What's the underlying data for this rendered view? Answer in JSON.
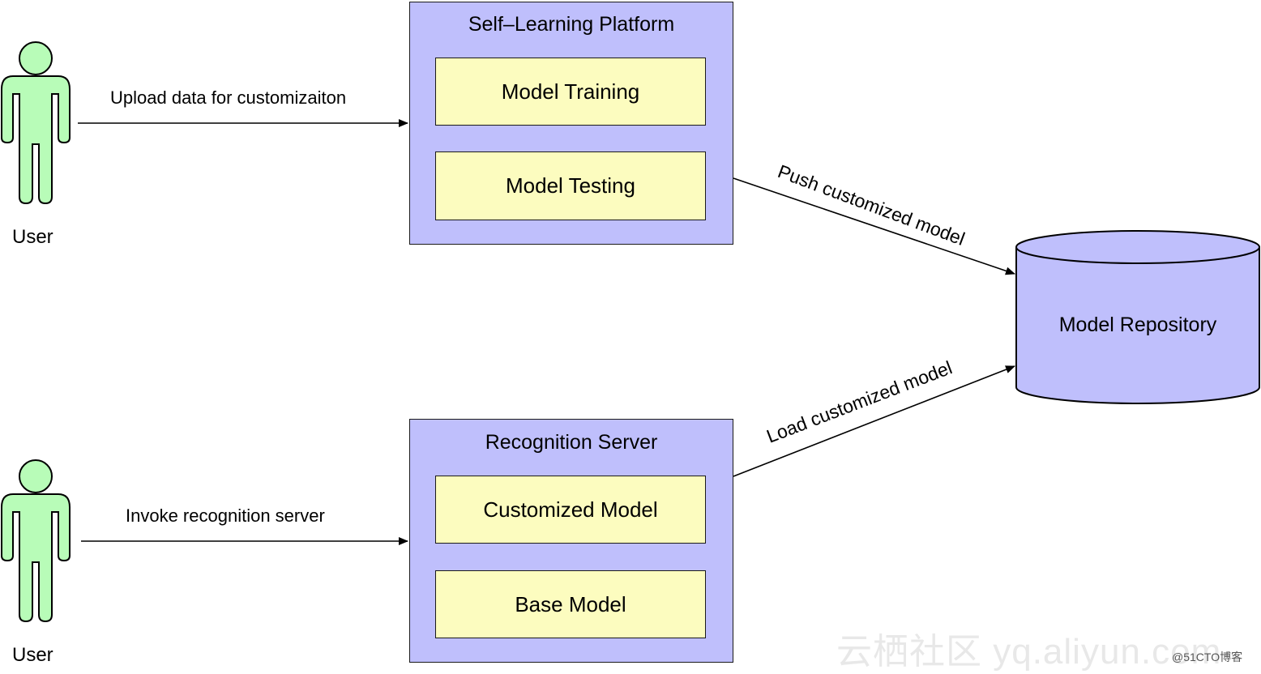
{
  "users": [
    {
      "label": "User"
    },
    {
      "label": "User"
    }
  ],
  "platform": {
    "title": "Self–Learning Platform",
    "modules": [
      "Model Training",
      "Model Testing"
    ]
  },
  "server": {
    "title": "Recognition Server",
    "modules": [
      "Customized Model",
      "Base Model"
    ]
  },
  "repository": {
    "label": "Model Repository"
  },
  "edges": {
    "upload": "Upload data for customizaiton",
    "invoke": "Invoke recognition server",
    "push": "Push customized model",
    "load": "Load customized model"
  },
  "colors": {
    "actor_fill": "#b8fcb8",
    "container_fill": "#bfbffc",
    "module_fill": "#fcfcbf",
    "repository_fill": "#bfbffc"
  },
  "watermark": {
    "text": "云栖社区 yq.aliyun.com",
    "credit": "@51CTO博客"
  }
}
